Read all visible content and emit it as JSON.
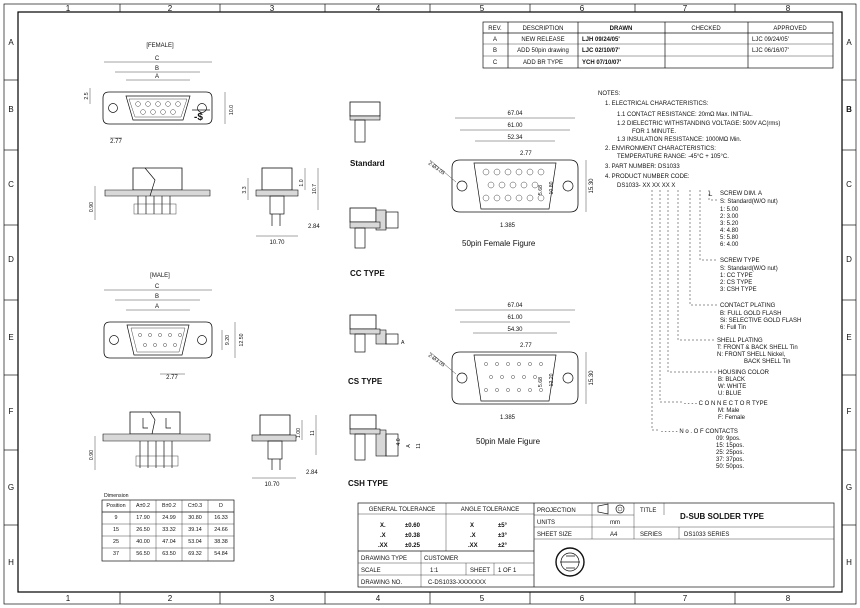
{
  "frame": {
    "col_labels": [
      "1",
      "2",
      "3",
      "4",
      "5",
      "6",
      "7",
      "8"
    ],
    "row_labels": [
      "A",
      "B",
      "C",
      "D",
      "E",
      "F",
      "G",
      "H"
    ]
  },
  "revision_table": {
    "headers": [
      "REV.",
      "DESCRIPTION",
      "DRAWN",
      "CHECKED",
      "APPROVED"
    ],
    "rows": [
      [
        "A",
        "NEW RELEASE",
        "LJH 09/24/05'",
        "",
        "LJC 09/24/05'"
      ],
      [
        "B",
        "ADD 50pin drawing",
        "LJC 02/10/07'",
        "",
        "LJC 06/16/07'"
      ],
      [
        "C",
        "ADD BR TYPE",
        "YCH 07/10/07'",
        "",
        ""
      ]
    ]
  },
  "views": {
    "female_label": "[FEMALE]",
    "male_label": "[MALE]",
    "standard": "Standard",
    "cc_type": "CC TYPE",
    "cs_type": "CS TYPE",
    "csh_type": "CSH TYPE",
    "female_50": "50pin Female Figure",
    "male_50": "50pin Male Figure"
  },
  "dims": {
    "c": "C",
    "b": "B",
    "a": "A",
    "d_277": "2.77",
    "d_070": "0.90",
    "d_33": "3.3",
    "d_10": "1.0",
    "d_107": "10.7",
    "d_284": "2.84",
    "d_1070": "10.70",
    "d_920": "9.20",
    "d_1250": "12.50",
    "d_100": "1.00",
    "d_11": "11",
    "d_6704": "67.04",
    "d_6100": "61.00",
    "d_5234": "52.34",
    "d_5430": "54.30",
    "d_568": "5.68",
    "d_1080": "10.80",
    "d_1530": "15.30",
    "d_1220": "12.20",
    "d_1385": "1.385",
    "d_305": "2-Ø3.05",
    "d_phi": "2-Ø3.05",
    "d_25": "2.5",
    "d_40": "4.0",
    "d_1000": "10.0"
  },
  "dimension_table": {
    "caption": "Dimension",
    "headers": [
      "Position",
      "A±0.2",
      "B±0.2",
      "C±0.3",
      "D"
    ],
    "rows": [
      [
        "9",
        "17.90",
        "24.99",
        "30.80",
        "16.33"
      ],
      [
        "15",
        "26.50",
        "33.32",
        "39.14",
        "24.66"
      ],
      [
        "25",
        "40.00",
        "47.04",
        "53.04",
        "38.38"
      ],
      [
        "37",
        "56.50",
        "63.50",
        "69.32",
        "54.84"
      ]
    ]
  },
  "notes": {
    "title": "NOTES:",
    "lines": [
      "1. ELECTRICAL CHARACTERISTICS:",
      "1.1 CONTACT RESISTANCE: 20mΩ Max. INITIAL.",
      "1.2 DIELECTRIC WITHSTANDING VOLTAGE: 500V AC(rms)",
      "FOR 1 MINUTE.",
      "1.3 INSULATION RESISTANCE: 1000MΩ Min.",
      "2. ENVIRONMENT CHARACTERISTICS:",
      "TEMPERATURE RANGE: -45°C + 105°C.",
      "3. PART NUMBER: DS1033",
      "4. PRODUCT NUMBER CODE:"
    ],
    "code": "DS1033-  XX  XX  XX  X",
    "code_l": "L"
  },
  "code_legend": {
    "screw_dim": {
      "title": "SCREW DIM. A",
      "items": [
        "S: Standard(W/O nut)",
        "1: 5.00",
        "2: 3.00",
        "3: 5.20",
        "4: 4.80",
        "5: 5.80",
        "6: 4.00"
      ]
    },
    "screw_type": {
      "title": "SCREW TYPE",
      "items": [
        "S: Standard(W/O nut)",
        "1: CC TYPE",
        "2: CS TYPE",
        "3: CSH TYPE"
      ]
    },
    "contact_plating": {
      "title": "CONTACT PLATING",
      "items": [
        "B: FULL GOLD FLASH",
        "Si: SELECTIVE GOLD FLASH",
        "6: Full Tin"
      ]
    },
    "shell_plating": {
      "title": "SHELL PLATING",
      "items": [
        "T: FRONT & BACK SHELL Tin",
        "N: FRONT SHELL Nickel,",
        "BACK SHELL Tin"
      ]
    },
    "housing_color": {
      "title": "HOUSING COLOR",
      "items": [
        "B: BLACK",
        "W: WHITE",
        "U: BLUE"
      ]
    },
    "connector_type": {
      "title": "- - - - C O N N E C T O R      TYPE",
      "items": [
        "M: Male",
        "F: Female"
      ]
    },
    "no_of_contacts": {
      "title": "- - - - - N o . O F          CONTACTS",
      "items": [
        "09: 9pos.",
        "15: 15pos.",
        "25: 25pos.",
        "37: 37pos.",
        "50: 50pos."
      ]
    }
  },
  "title_block": {
    "general_tolerance": "GENERAL TOLERANCE",
    "angle_tolerance": "ANGLE TOLERANCE",
    "tol_rows": [
      [
        "X.",
        "±0.60",
        "X",
        "±5°"
      ],
      [
        ".X",
        "±0.38",
        ".X",
        "±3°"
      ],
      [
        ".XX",
        "±0.25",
        ".XX",
        "±2°"
      ]
    ],
    "projection": "PROJECTION",
    "units": "UNITS",
    "units_val": "mm",
    "sheet_size": "SHEET SIZE",
    "sheet_size_val": "A4",
    "title_label": "TITLE",
    "title_val": "D-SUB SOLDER TYPE",
    "series_label": "SERIES",
    "series_val": "DS1033 SERIES",
    "drawing_type": "DRAWING TYPE",
    "customer": "CUSTOMER",
    "scale": "SCALE",
    "scale_val": "1:1",
    "sheet": "SHEET",
    "sheet_val": "1 OF 1",
    "drawing_no": "DRAWING NO.",
    "drawing_no_val": "C-DS1033-XXXXXXX"
  }
}
